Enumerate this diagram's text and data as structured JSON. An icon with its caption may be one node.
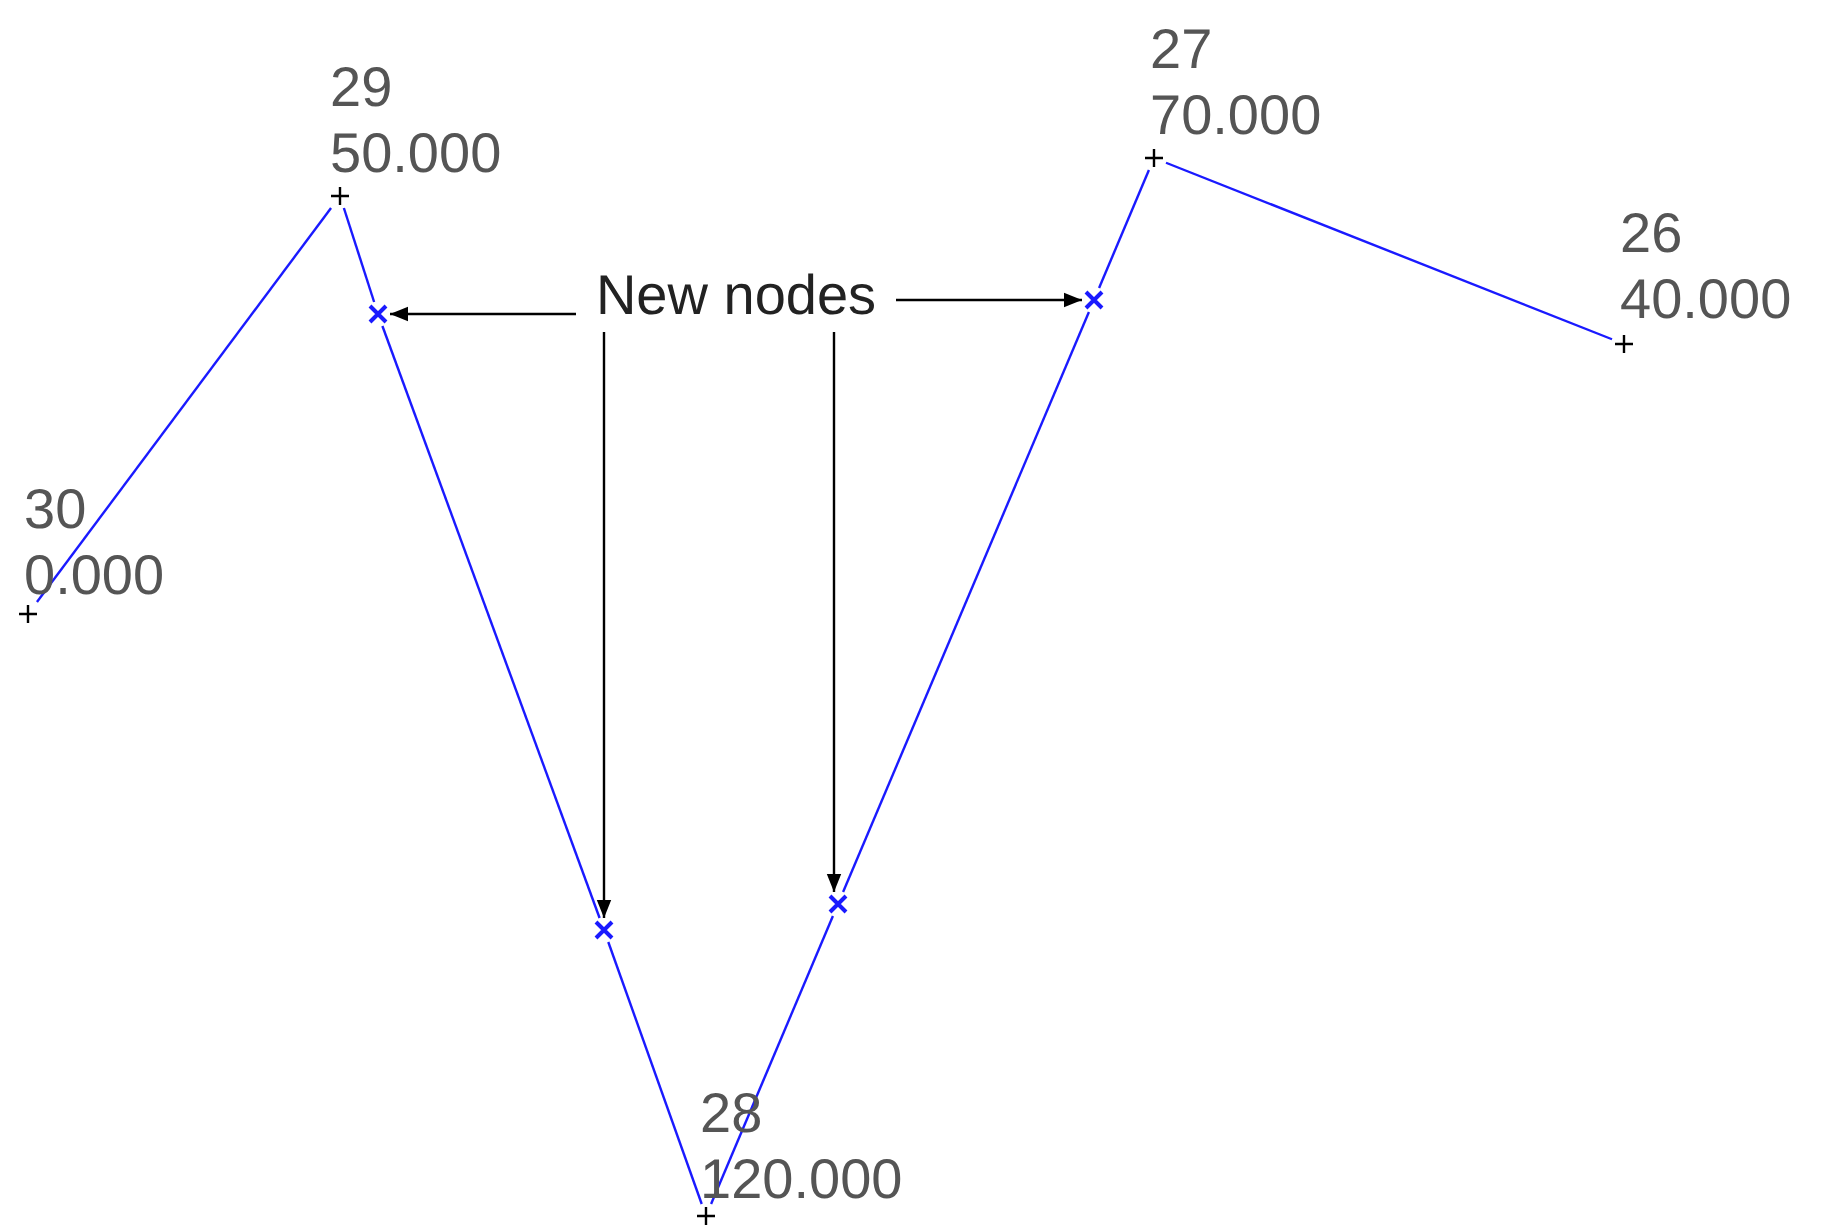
{
  "diagram": {
    "nodes": [
      {
        "text": [],
        "shape": "plus",
        "beside": [
          "30",
          "0.000"
        ]
      },
      {
        "text": [],
        "shape": "plus",
        "beside": [
          "29",
          "50.000"
        ]
      },
      {
        "text": [],
        "shape": "cross"
      },
      {
        "text": [],
        "shape": "cross"
      },
      {
        "text": [],
        "shape": "plus",
        "beside": [
          "28",
          "120.000"
        ]
      },
      {
        "text": [],
        "shape": "cross"
      },
      {
        "text": [],
        "shape": "cross"
      },
      {
        "text": [],
        "shape": "plus",
        "beside": [
          "27",
          "70.000"
        ]
      },
      {
        "text": [],
        "shape": "plus",
        "beside": [
          "26",
          "40.000"
        ]
      },
      {
        "text": [
          "New nodes"
        ]
      }
    ],
    "edges": [
      {
        "from": 0,
        "to": 1,
        "arrow": "none"
      },
      {
        "from": 1,
        "to": 2,
        "arrow": "none"
      },
      {
        "from": 2,
        "to": 3,
        "arrow": "none"
      },
      {
        "from": 3,
        "to": 4,
        "arrow": "none"
      },
      {
        "from": 4,
        "to": 5,
        "arrow": "none"
      },
      {
        "from": 5,
        "to": 6,
        "arrow": "none"
      },
      {
        "from": 6,
        "to": 7,
        "arrow": "none"
      },
      {
        "from": 7,
        "to": 8,
        "arrow": "none"
      },
      {
        "from": 9,
        "to": 2,
        "arrow": "to",
        "color": "#000000"
      },
      {
        "from": 9,
        "to": 3,
        "arrow": "to",
        "color": "#000000"
      },
      {
        "from": 9,
        "to": 5,
        "arrow": "to",
        "color": "#000000"
      },
      {
        "from": 9,
        "to": 6,
        "arrow": "to",
        "color": "#000000"
      }
    ]
  }
}
